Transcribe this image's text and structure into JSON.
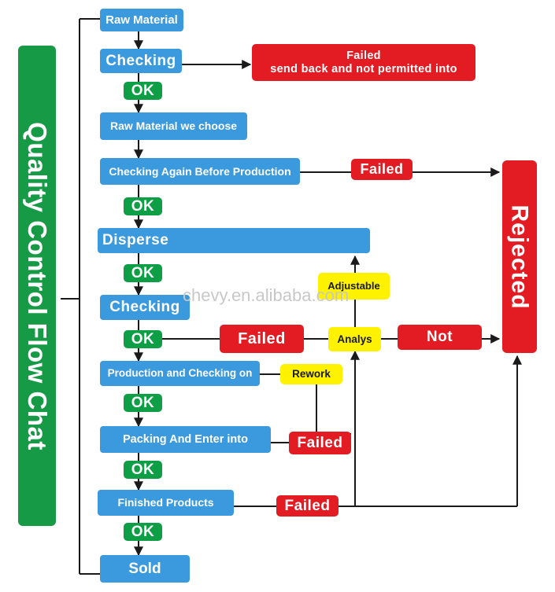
{
  "title": "Quality Control Flow Chat",
  "rejected": "Rejected",
  "watermark": "chevy.en.alibaba.com",
  "steps": {
    "raw_material": "Raw Material",
    "checking_1": "Checking",
    "raw_material_choose": "Raw Material we choose",
    "checking_again": "Checking Again Before Production",
    "disperse": "Disperse",
    "checking_2": "Checking",
    "production_checking": "Production and Checking on",
    "packing": "Packing And Enter into",
    "finished": "Finished Products",
    "sold": "Sold"
  },
  "ok_label": "OK",
  "failed_label": "Failed",
  "failed_send_back": {
    "line1": "Failed",
    "line2": "send back and not permitted into"
  },
  "adjustable": "Adjustable",
  "analys": "Analys",
  "not": "Not",
  "rework": "Rework",
  "colors": {
    "blue": "#3b99dd",
    "red": "#e31b23",
    "green": "#0e9e45",
    "yellow": "#fff200"
  }
}
